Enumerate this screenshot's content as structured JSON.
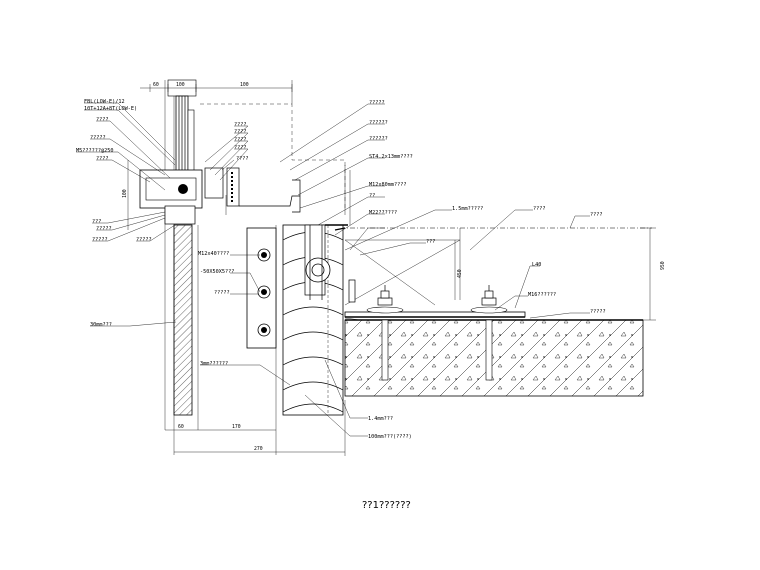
{
  "caption": "??1??????",
  "labels": {
    "glass_spec_1": "FBL(LOW-E)/12",
    "glass_spec_2": "10T+12A+8T(LOW-E)",
    "left_1": "????",
    "left_2": "?????",
    "left_3": "M5??????@250",
    "left_4": "????",
    "left_5": "???",
    "left_6": "?????",
    "left_7": "?????",
    "left_8": "?????",
    "left_9": "???",
    "left_10": "30mm???",
    "mid_1": "????",
    "mid_2": "????",
    "mid_3": "????",
    "mid_4": "????",
    "mid_5": "????",
    "mid_6": "??????",
    "mid_7": "???",
    "mid_8": "-50X50X5???",
    "mid_9": "?????",
    "mid_10": "3mm??????",
    "mid_11": "M12x40????",
    "right_1": "?????",
    "right_2": "??????",
    "right_3": "??????",
    "right_4": "ST4.2x13mm????",
    "right_5": "M12x80mm????",
    "right_6": "??",
    "right_7": "M22??????",
    "right_8": "1.5mm?????",
    "right_9": "????",
    "right_10": "???",
    "right_11": "?????",
    "right_12": "L40",
    "right_13": "M16??????",
    "right_14": "????",
    "bottom_1": "1.4mm???",
    "bottom_2": "100mm???(????)"
  },
  "dims": {
    "top_1": "60",
    "top_2": "100",
    "top_3": "100",
    "bottom_1": "60",
    "bottom_2": "170",
    "bottom_total": "270",
    "left_v": "100",
    "right_v": "950",
    "right_v2": "450"
  },
  "colors": {
    "line": "#000000",
    "background": "#ffffff"
  }
}
